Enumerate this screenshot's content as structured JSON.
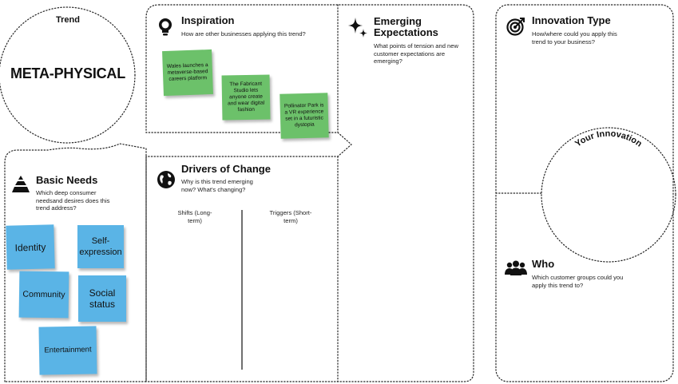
{
  "colors": {
    "sticky_green": "#6cc16a",
    "sticky_blue": "#5ab4e6",
    "line": "#222222"
  },
  "trend": {
    "label": "Trend",
    "title": "META-PHYSICAL"
  },
  "inspiration": {
    "heading": "Inspiration",
    "question": "How are other businesses applying this trend?",
    "icon": "lightbulb-icon",
    "notes": [
      "Wales launches a metaverse-based careers platform",
      "The Fabricant Studio lets anyone create and wear digital fashion",
      "Pollinator Park is a VR experience set in a futuristic dystopia"
    ]
  },
  "emerging": {
    "heading": "Emerging Expectations",
    "question": "What points of tension and new customer expectations are emerging?",
    "icon": "sparkle-icon"
  },
  "innovation_type": {
    "heading": "Innovation Type",
    "question": "How/where could you apply this trend to your business?",
    "icon": "target-icon"
  },
  "your_innovation": {
    "label": "Your Innovation"
  },
  "who": {
    "heading": "Who",
    "question": "Which customer groups could you apply this trend to?",
    "icon": "people-icon"
  },
  "basic_needs": {
    "heading": "Basic Needs",
    "question": "Which deep consumer needsand desires does this trend address?",
    "icon": "pyramid-icon",
    "notes": [
      "Identity",
      "Self-expression",
      "Community",
      "Social status",
      "Entertainment"
    ]
  },
  "drivers": {
    "heading": "Drivers of Change",
    "question": "Why is this trend emerging now? What's changing?",
    "icon": "globe-icon",
    "shifts": "Shifts (Long-term)",
    "triggers": "Triggers (Short-term)"
  }
}
